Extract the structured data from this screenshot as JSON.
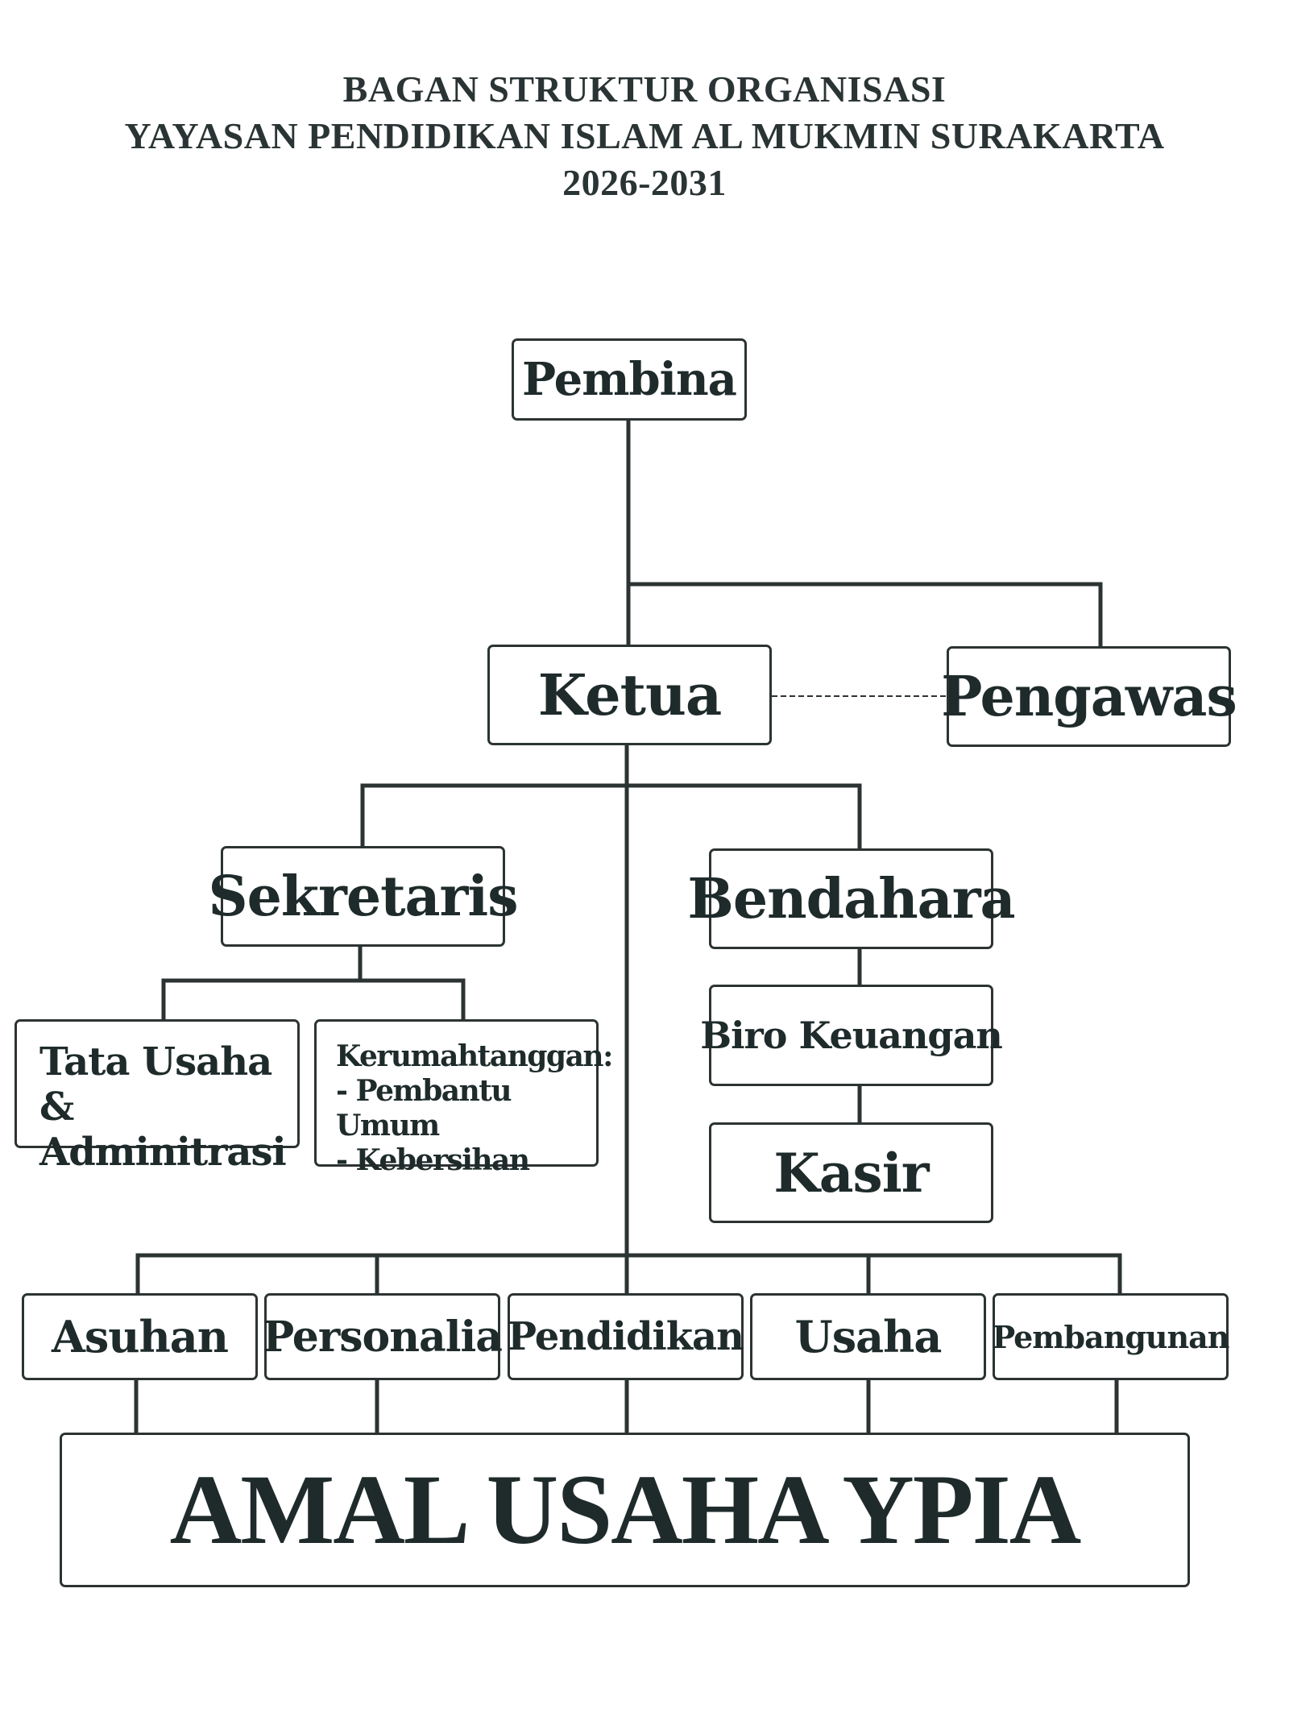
{
  "header": {
    "line1": "BAGAN STRUKTUR ORGANISASI",
    "line2": "YAYASAN PENDIDIKAN ISLAM AL MUKMIN SURAKARTA",
    "line3": "2026-2031"
  },
  "nodes": {
    "pembina": "Pembina",
    "ketua": "Ketua",
    "pengawas": "Pengawas",
    "sekretaris": "Sekretaris",
    "bendahara": "Bendahara",
    "tata_usaha": [
      "Tata Usaha &",
      "Adminitrasi"
    ],
    "kerumahtanggaan": [
      "Kerumahtanggan:",
      "- Pembantu Umum",
      "- Kebersihan"
    ],
    "biro_keuangan": "Biro Keuangan",
    "kasir": "Kasir",
    "asuhan": "Asuhan",
    "personalia": "Personalia",
    "pendidikan": "Pendidikan",
    "usaha": "Usaha",
    "pembangunan": "Pembangunan",
    "amal_usaha": "AMAL USAHA YPIA"
  },
  "colors": {
    "line": "#2c3333",
    "text": "#1f2b2b"
  }
}
